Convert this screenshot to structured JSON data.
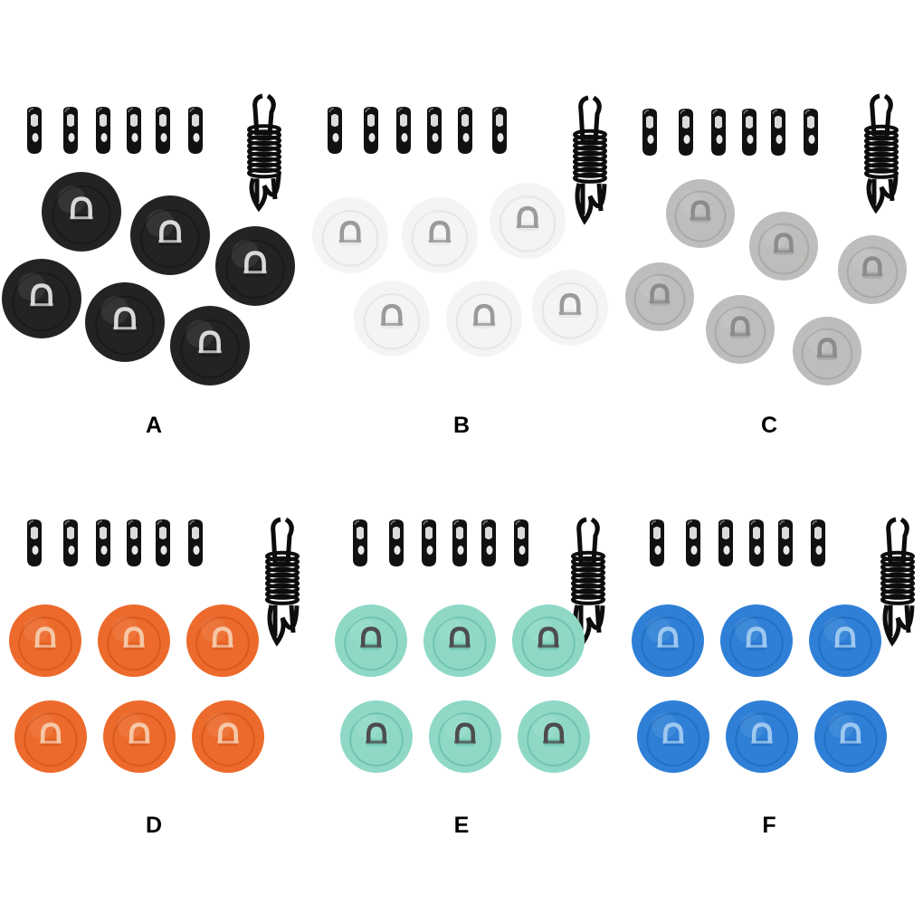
{
  "image": {
    "description_kind": "product variant grid",
    "panels": [
      {
        "label": "A",
        "pad_color": "#232323",
        "ring_color": "#1a1a1a",
        "dring_color": "#d9d9d9",
        "layout": "scattered-black"
      },
      {
        "label": "B",
        "pad_color": "#f4f4f4",
        "ring_color": "#e6e6e6",
        "dring_color": "#9a9a9a",
        "layout": "scattered-two-rows"
      },
      {
        "label": "C",
        "pad_color": "#bdbdbb",
        "ring_color": "#a9a9a7",
        "dring_color": "#8b8b8b",
        "layout": "scattered-grey"
      },
      {
        "label": "D",
        "pad_color": "#ec6a2b",
        "ring_color": "#d85a1f",
        "dring_color": "#f6c7a6",
        "layout": "grid-3x2"
      },
      {
        "label": "E",
        "pad_color": "#8fd8c6",
        "ring_color": "#6fc4af",
        "dring_color": "#4d4d4d",
        "layout": "grid-3x2"
      },
      {
        "label": "F",
        "pad_color": "#2f7fd6",
        "ring_color": "#2370c4",
        "dring_color": "#9ec8f0",
        "layout": "grid-3x2"
      }
    ],
    "accessories": {
      "hook_count_per_panel": 6,
      "hook_color": "#111111",
      "cord_color": "#0d0d0d",
      "cord_name": "bungee-cord-icon",
      "hook_name": "bungee-hook-icon",
      "pad_name": "d-ring-pad-icon"
    }
  }
}
